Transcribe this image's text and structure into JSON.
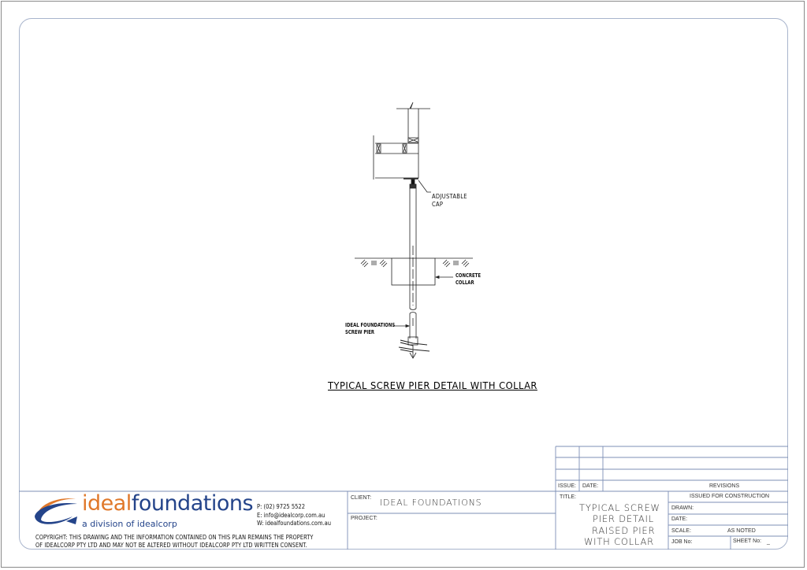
{
  "drawing": {
    "caption": "TYPICAL SCREW PIER DETAIL WITH COLLAR",
    "annotations": {
      "adjustable_cap_line1": "ADJUSTABLE",
      "adjustable_cap_line2": "CAP",
      "concrete_collar_line1": "CONCRETE",
      "concrete_collar_line2": "COLLAR",
      "screw_pier_line1": "IDEAL FOUNDATIONS",
      "screw_pier_line2": "SCREW PIER"
    }
  },
  "company": {
    "logo_part1": "ideal",
    "logo_part2": "foundations",
    "subtitle": "a division of idealcorp",
    "phone": "P: (02) 9725 5522",
    "email": "E: info@idealcorp.com.au",
    "web": "W: idealfoundations.com.au",
    "copyright_line1": "COPYRIGHT: THIS DRAWING AND THE INFORMATION CONTAINED ON THIS PLAN REMAINS THE PROPERTY",
    "copyright_line2": "OF IDEALCORP PTY LTD AND MAY NOT BE ALTERED WITHOUT IDEALCORP PTY LTD WRITTEN CONSENT.",
    "colors": {
      "orange": "#e0782a",
      "blue": "#24448a"
    }
  },
  "title_block": {
    "client_label": "CLIENT:",
    "client_value": "IDEAL FOUNDATIONS",
    "project_label": "PROJECT:",
    "project_value": "",
    "issue_label": "ISSUE:",
    "date_label": "DATE:",
    "revisions_label": "REVISIONS",
    "title_label": "TITLE:",
    "title_lines": [
      "TYPICAL SCREW",
      "PIER DETAIL",
      "RAISED PIER",
      "WITH COLLAR"
    ],
    "status": "ISSUED FOR CONSTRUCTION",
    "drawn_label": "DRAWN:",
    "date2_label": "DATE:",
    "scale_label": "SCALE:",
    "scale_value": "AS NOTED",
    "job_label": "JOB No:",
    "sheet_label": "SHEET No:",
    "sheet_value": "_"
  }
}
